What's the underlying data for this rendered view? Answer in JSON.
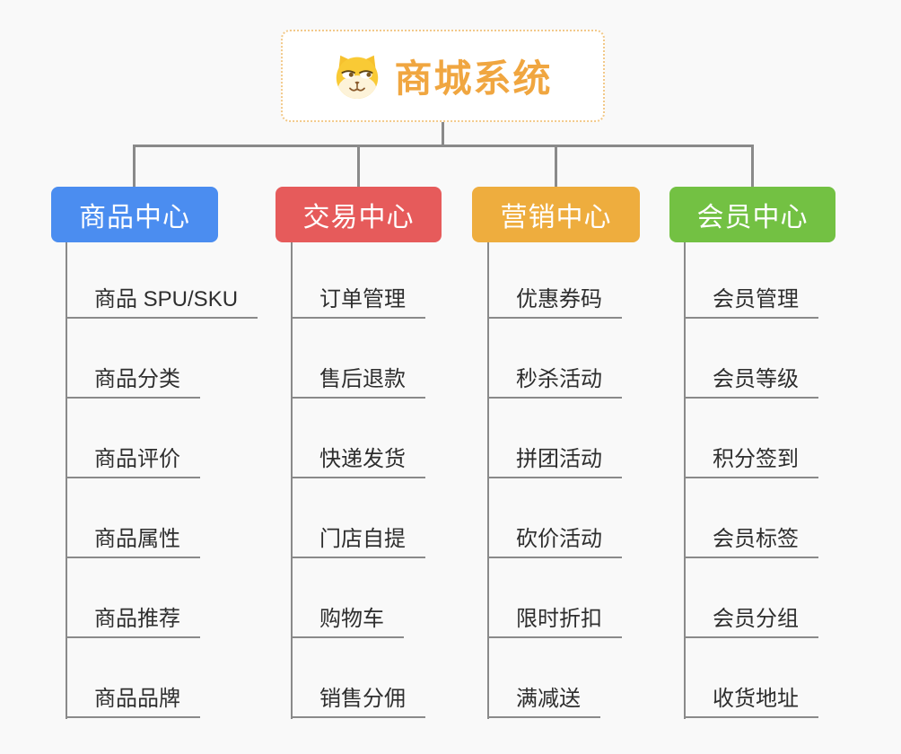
{
  "root": {
    "title": "商城系统",
    "icon": "dog-face-icon"
  },
  "branches": [
    {
      "label": "商品中心",
      "color": "#4b8df0",
      "items": [
        "商品 SPU/SKU",
        "商品分类",
        "商品评价",
        "商品属性",
        "商品推荐",
        "商品品牌"
      ]
    },
    {
      "label": "交易中心",
      "color": "#e65b5b",
      "items": [
        "订单管理",
        "售后退款",
        "快递发货",
        "门店自提",
        "购物车",
        "销售分佣"
      ]
    },
    {
      "label": "营销中心",
      "color": "#eead3e",
      "items": [
        "优惠券码",
        "秒杀活动",
        "拼团活动",
        "砍价活动",
        "限时折扣",
        "满减送"
      ]
    },
    {
      "label": "会员中心",
      "color": "#73c143",
      "items": [
        "会员管理",
        "会员等级",
        "积分签到",
        "会员标签",
        "会员分组",
        "收货地址"
      ]
    }
  ],
  "colors": {
    "background": "#f9f9f9",
    "connector": "#8a8a8a",
    "root_text": "#f0a640",
    "root_border": "#f2c98a",
    "leaf_text": "#2e2e2e"
  }
}
